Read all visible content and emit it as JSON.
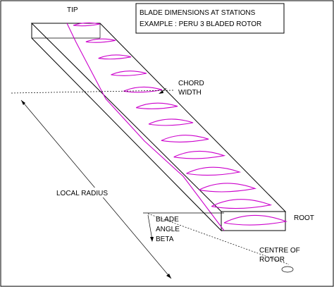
{
  "title_box": {
    "line1": "BLADE DIMENSIONS AT STATIONS",
    "line2": "EXAMPLE : PERU 3 BLADED ROTOR"
  },
  "labels": {
    "tip": "TIP",
    "chord_line1": "CHORD",
    "chord_line2": "WIDTH",
    "local_radius": "LOCAL RADIUS",
    "blade_line1": "BLADE",
    "blade_line2": "ANGLE",
    "blade_line3": "BETA",
    "root": "ROOT",
    "centre_line1": "CENTRE OF",
    "centre_line2": "ROTOR"
  },
  "colors": {
    "profile": "#cc00cc",
    "outline": "#000000",
    "background": "#ffffff"
  },
  "stations": 13
}
